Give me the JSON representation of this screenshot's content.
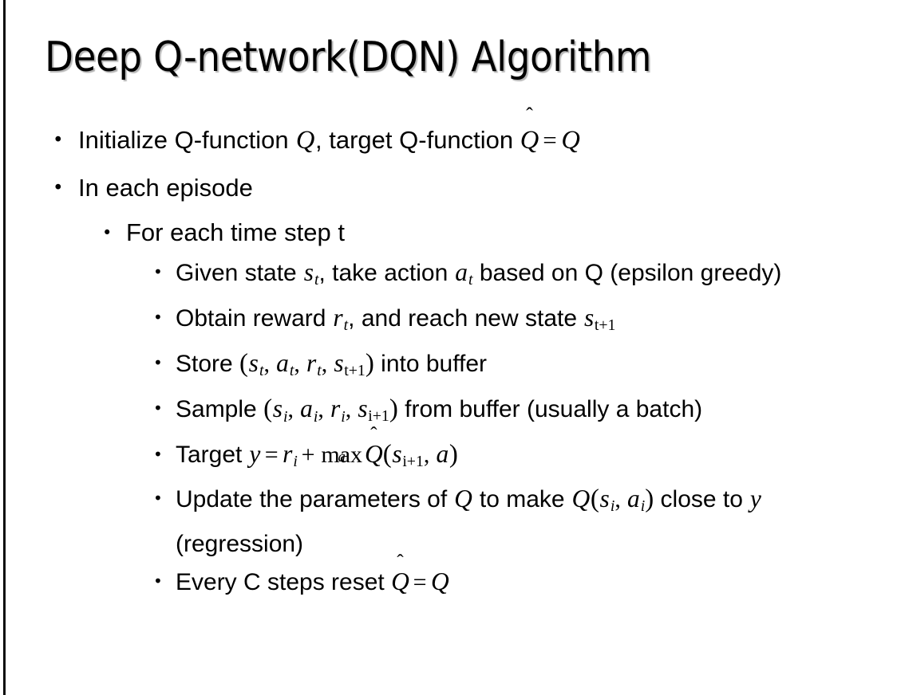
{
  "slide": {
    "title": "Deep Q-network(DQN) Algorithm",
    "background_color": "#ffffff",
    "text_color": "#000000",
    "left_rule_color": "#0a0a0a",
    "bullet_glyph": "•"
  },
  "bullets": {
    "b1": {
      "level": 1,
      "pre": "Initialize Q-function ",
      "var1": "Q",
      "mid": ", target Q-function ",
      "qhat": "Q",
      "hat": "̂",
      "eq": "=",
      "var2": "Q"
    },
    "b2": {
      "level": 1,
      "text": "In each episode"
    },
    "b3": {
      "level": 2,
      "text": "For each time step t"
    },
    "b4": {
      "level": 3,
      "pre": "Given state ",
      "s": "s",
      "s_sub": "t",
      "mid": ", take action ",
      "a": "a",
      "a_sub": "t",
      "post": " based on Q (epsilon greedy)"
    },
    "b5": {
      "level": 3,
      "pre": "Obtain reward ",
      "r": "r",
      "r_sub": "t",
      "mid": ", and reach new state ",
      "s": "s",
      "s_sub": "t+1"
    },
    "b6": {
      "level": 3,
      "pre": "Store ",
      "open": "(",
      "s1": "s",
      "s1_sub": "t",
      "c1": ", ",
      "a1": "a",
      "a1_sub": "t",
      "c2": ", ",
      "r1": "r",
      "r1_sub": "t",
      "c3": ", ",
      "s2": "s",
      "s2_sub": "t+1",
      "close": ")",
      "post": " into buffer"
    },
    "b7": {
      "level": 3,
      "pre": "Sample ",
      "open": "(",
      "s1": "s",
      "s1_sub": "i",
      "c1": ", ",
      "a1": "a",
      "a1_sub": "i",
      "c2": ", ",
      "r1": "r",
      "r1_sub": "i",
      "c3": ", ",
      "s2": "s",
      "s2_sub": "i+1",
      "close": ")",
      "post": " from buffer (usually a batch)"
    },
    "b8": {
      "level": 3,
      "pre": "Target ",
      "y": "y",
      "eq": "=",
      "r": "r",
      "r_sub": "i",
      "plus": "+",
      "max": "max",
      "max_sub": "a",
      "qhat": "Q",
      "hat": "̂",
      "open": "(",
      "s": "s",
      "s_sub": "i+1",
      "comma": ", ",
      "a": "a",
      "close": ")"
    },
    "b9": {
      "level": 3,
      "pre": "Update the parameters of ",
      "q1": "Q",
      "mid": " to make ",
      "q2": "Q",
      "open": "(",
      "s": "s",
      "s_sub": "i",
      "comma": ", ",
      "a": "a",
      "a_sub": "i",
      "close": ")",
      "post": " close to ",
      "y": "y",
      "tail": " (regression)"
    },
    "b10": {
      "level": 3,
      "pre": "Every C steps reset ",
      "qhat": "Q",
      "hat": "̂",
      "eq": "=",
      "q": "Q"
    }
  }
}
